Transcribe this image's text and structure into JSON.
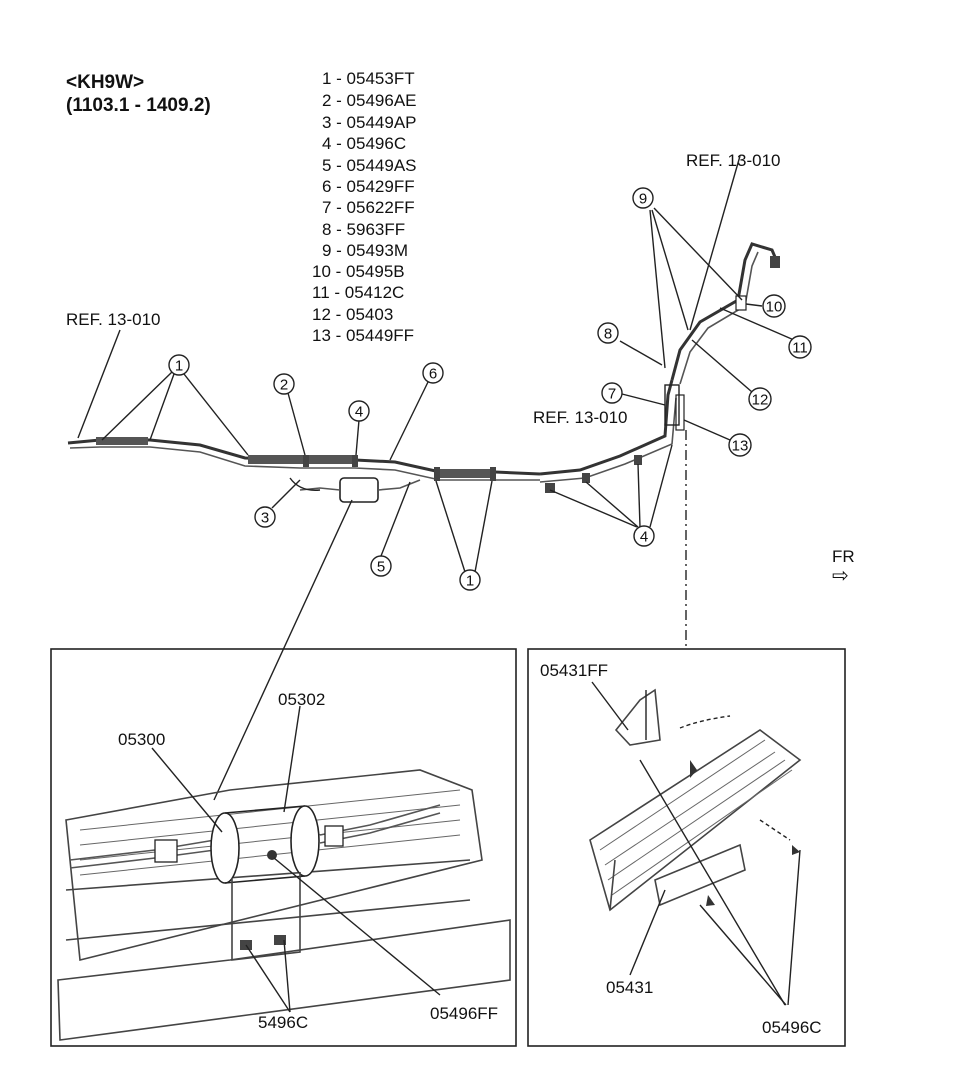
{
  "header": {
    "model_code": "<KH9W>",
    "date_range": "(1103.1 - 1409.2)"
  },
  "parts_list": [
    {
      "no": "1",
      "code": "05453FT"
    },
    {
      "no": "2",
      "code": "05496AE"
    },
    {
      "no": "3",
      "code": "05449AP"
    },
    {
      "no": "4",
      "code": "05496C"
    },
    {
      "no": "5",
      "code": "05449AS"
    },
    {
      "no": "6",
      "code": "05429FF"
    },
    {
      "no": "7",
      "code": "05622FF"
    },
    {
      "no": "8",
      "code": "5963FF"
    },
    {
      "no": "9",
      "code": "05493M"
    },
    {
      "no": "10",
      "code": "05495B"
    },
    {
      "no": "11",
      "code": "05412C"
    },
    {
      "no": "12",
      "code": "05403"
    },
    {
      "no": "13",
      "code": "05449FF"
    }
  ],
  "references": {
    "ref_left": "REF. 13-010",
    "ref_top_right": "REF. 13-010",
    "ref_mid_right": "REF. 13-010"
  },
  "direction": {
    "label": "FR",
    "arrow": "⇨"
  },
  "callouts": {
    "c1a": "1",
    "c1b": "1",
    "c2": "2",
    "c3": "3",
    "c4a": "4",
    "c4b": "4",
    "c5": "5",
    "c6": "6",
    "c7": "7",
    "c8": "8",
    "c9": "9",
    "c10": "10",
    "c11": "11",
    "c12": "12",
    "c13": "13"
  },
  "detail_left": {
    "label_05300": "05300",
    "label_05302": "05302",
    "label_5496C": "5496C",
    "label_05496FF": "05496FF"
  },
  "detail_right": {
    "label_05431FF": "05431FF",
    "label_05431": "05431",
    "label_05496C": "05496C"
  }
}
